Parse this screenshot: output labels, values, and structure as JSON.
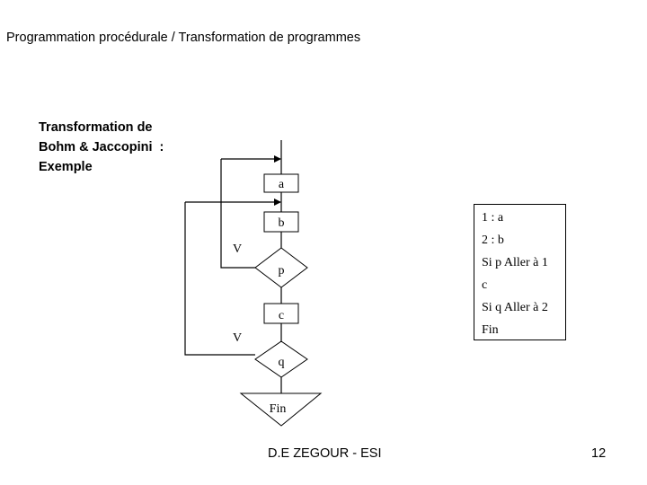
{
  "header": {
    "title": "Programmation procédurale / Transformation de programmes"
  },
  "subtitle": {
    "lines": [
      "Transformation de",
      "Bohm & Jaccopini  :",
      "Exemple"
    ]
  },
  "flowchart": {
    "nodes": {
      "a": "a",
      "b": "b",
      "p": "p",
      "c": "c",
      "q": "q",
      "fin": "Fin"
    },
    "branch_labels": {
      "p_true": "V",
      "q_true": "V"
    }
  },
  "code": {
    "lines": [
      "1 : a",
      "2 : b",
      "Si p Aller à 1",
      "c",
      "Si q Aller à 2",
      "Fin"
    ]
  },
  "footer": {
    "author": "D.E ZEGOUR - ESI",
    "page": "12"
  }
}
